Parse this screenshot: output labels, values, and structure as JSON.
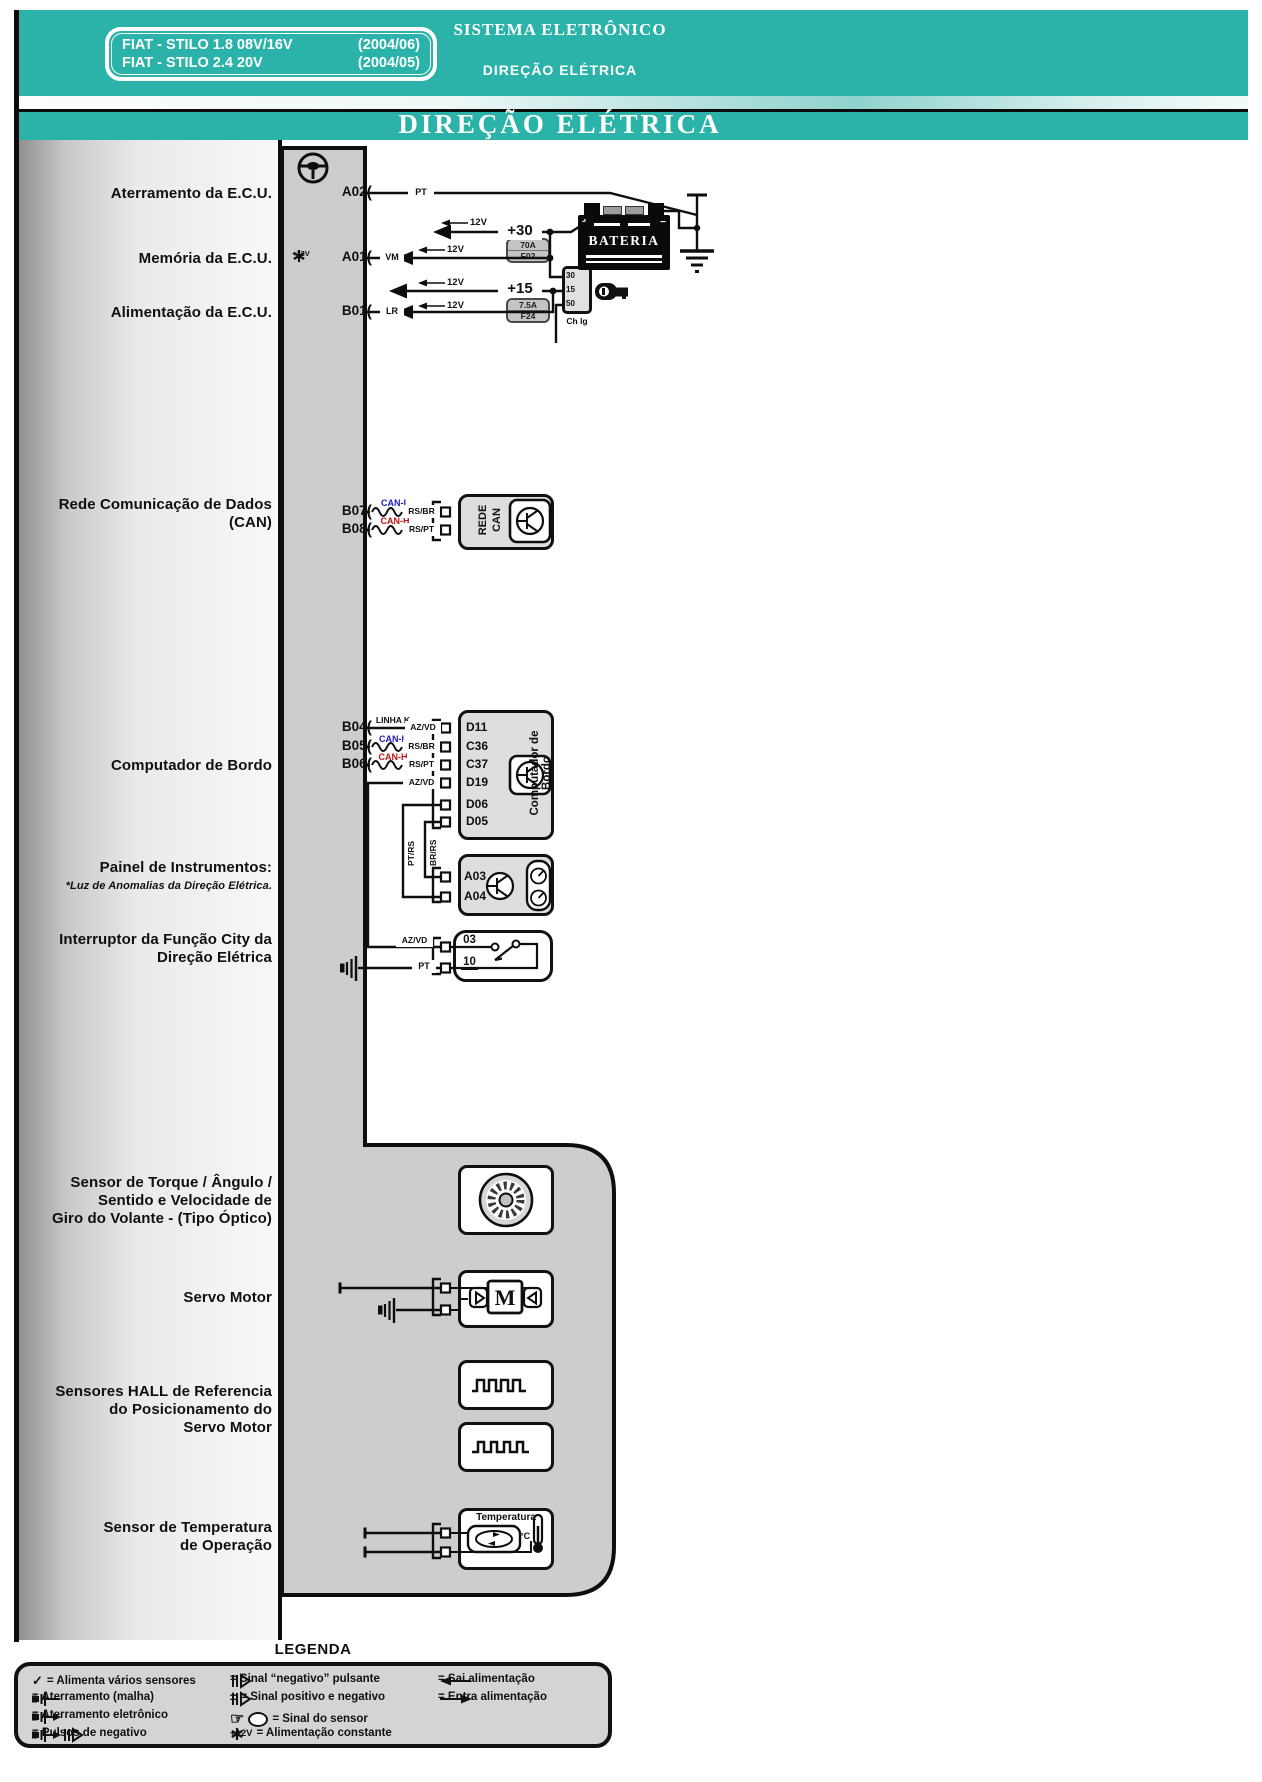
{
  "header": {
    "vehicles": [
      {
        "model": "FIAT - STILO 1.8 08V/16V",
        "year": "(2004/06)"
      },
      {
        "model": "FIAT - STILO 2.4 20V",
        "year": "(2004/05)"
      }
    ],
    "system": "SISTEMA ELETRÔNICO",
    "subsystem": "DIREÇÃO ELÉTRICA",
    "title": "DIREÇÃO ELÉTRICA"
  },
  "colors": {
    "teal": "#2BB3AA",
    "can_l_blue": "#1B1BBD",
    "can_h_red": "#C21414"
  },
  "labels": {
    "aterramento": "Aterramento da E.C.U.",
    "memoria": "Memória da E.C.U.",
    "alimentacao": "Alimentação da E.C.U.",
    "rede1": "Rede Comunicação de Dados",
    "rede2": "(CAN)",
    "computador": "Computador de Bordo",
    "painel": "Painel de Instrumentos:",
    "painel_sub": "*Luz de Anomalias da Direção Elétrica.",
    "city1": "Interruptor da Função City da",
    "city2": "Direção Elétrica",
    "torque1": "Sensor de Torque / Ângulo /",
    "torque2": "Sentido e Velocidade de",
    "torque3": "Giro do Volante - (Tipo Óptico)",
    "servo": "Servo Motor",
    "hall1": "Sensores HALL de Referencia",
    "hall2": "do Posicionamento do",
    "hall3": "Servo Motor",
    "temp1": "Sensor de Temperatura",
    "temp2": "de Operação"
  },
  "ecu": {
    "pins": {
      "a02": "A02",
      "a01": "A01",
      "b01": "B01",
      "b07": "B07",
      "b08": "B08",
      "b04": "B04",
      "b05": "B05",
      "b06": "B06"
    },
    "memory_star": "+12V"
  },
  "power": {
    "p30": "+30",
    "p15": "+15",
    "fuse30_amp": "70A",
    "fuse30_id": "F02",
    "fuse15_amp": "7.5A",
    "fuse15_id": "F24",
    "battery": "BATERIA",
    "battery_plus": "+",
    "battery_minus": "−",
    "ign_pins": [
      "30",
      "15",
      "50"
    ],
    "ign_label": "Ch Ig",
    "v12": "12V"
  },
  "wires": {
    "pt": "PT",
    "vm": "VM",
    "lr": "LR",
    "can_l": "CAN-L",
    "can_h": "CAN-H",
    "rs_br": "RS/BR",
    "rs_pt": "RS/PT",
    "linha_k": "LINHA K",
    "az_vd": "AZ/VD",
    "pt_rs": "PT/RS",
    "br_rs": "BR/RS"
  },
  "modules": {
    "rede_can": {
      "line1": "REDE",
      "line2": "CAN"
    },
    "computador": {
      "title": "Computador de Bordo",
      "pins": [
        "D11",
        "C36",
        "C37",
        "D19",
        "D06",
        "D05"
      ]
    },
    "painel": {
      "pins": [
        "A03",
        "A04"
      ]
    },
    "city": {
      "pins": [
        "03",
        "10"
      ]
    },
    "temperatura": {
      "title": "Temperatura",
      "unit": "°C"
    }
  },
  "legend": {
    "title": "LEGENDA",
    "col1": [
      {
        "icon": "check-icon",
        "label": "= Alimenta vários sensores"
      },
      {
        "icon": "ground-mesh-icon",
        "label": "= Aterramento (malha)"
      },
      {
        "icon": "ground-electronic-icon",
        "label": "= Aterramento eletrônico"
      },
      {
        "icon": "negative-pulses-icon",
        "label": "= Pulsos de negativo"
      }
    ],
    "col2": [
      {
        "icon": "pulse-negative-icon",
        "label": "= Sinal “negativo” pulsante"
      },
      {
        "icon": "pulse-posneg-icon",
        "label": "= Sinal positivo e negativo"
      },
      {
        "icon": "sensor-signal-icon",
        "label": "= Sinal do sensor"
      },
      {
        "icon": "constant-supply-icon",
        "icon_text": "+12V",
        "label": "= Alimentação constante"
      }
    ],
    "col3": [
      {
        "icon": "supply-out-icon",
        "label": "= Sai alimentação"
      },
      {
        "icon": "supply-in-icon",
        "label": "= Entra alimentação"
      }
    ]
  }
}
